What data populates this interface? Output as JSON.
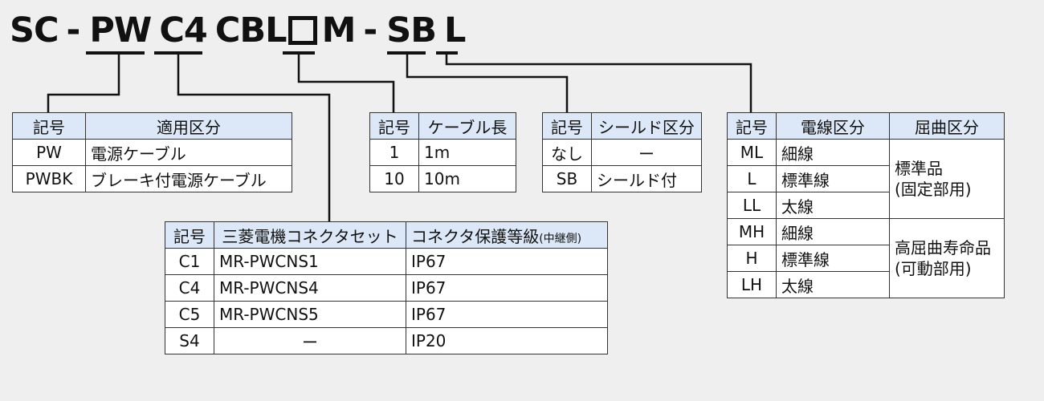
{
  "model_code": {
    "prefix": "SC",
    "dash1": "-",
    "seg_pw": "PW",
    "seg_c4": "C4",
    "seg_cbl": "CBL",
    "seg_m": "M",
    "dash2": "-",
    "seg_sb": "SB",
    "seg_l": "L"
  },
  "power_table": {
    "headers": [
      "記号",
      "適用区分"
    ],
    "rows": [
      {
        "code": "PW",
        "desc": "電源ケーブル"
      },
      {
        "code": "PWBK",
        "desc": "ブレーキ付電源ケーブル"
      }
    ]
  },
  "length_table": {
    "headers": [
      "記号",
      "ケーブル長"
    ],
    "rows": [
      {
        "code": "1",
        "desc": "1m"
      },
      {
        "code": "10",
        "desc": "10m"
      }
    ]
  },
  "shield_table": {
    "headers": [
      "記号",
      "シールド区分"
    ],
    "rows": [
      {
        "code": "なし",
        "desc": "ー"
      },
      {
        "code": "SB",
        "desc": "シールド付"
      }
    ]
  },
  "wire_table": {
    "headers": [
      "記号",
      "電線区分",
      "屈曲区分"
    ],
    "rows": [
      {
        "code": "ML",
        "wire": "細線"
      },
      {
        "code": "L",
        "wire": "標準線"
      },
      {
        "code": "LL",
        "wire": "太線"
      },
      {
        "code": "MH",
        "wire": "細線"
      },
      {
        "code": "H",
        "wire": "標準線"
      },
      {
        "code": "LH",
        "wire": "太線"
      }
    ],
    "flex_groups": [
      {
        "line1": "標準品",
        "line2": "(固定部用)"
      },
      {
        "line1": "高屈曲寿命品",
        "line2": "(可動部用)"
      }
    ]
  },
  "connector_table": {
    "headers": [
      "記号",
      "三菱電機コネクタセット",
      "コネクタ保護等級",
      "(中継側)"
    ],
    "rows": [
      {
        "code": "C1",
        "set": "MR-PWCNS1",
        "ip": "IP67"
      },
      {
        "code": "C4",
        "set": "MR-PWCNS4",
        "ip": "IP67"
      },
      {
        "code": "C5",
        "set": "MR-PWCNS5",
        "ip": "IP67"
      },
      {
        "code": "S4",
        "set": "ー",
        "ip": "IP20"
      }
    ]
  },
  "colors": {
    "header_bg": "#dce8f7",
    "page_bg": "#efefef",
    "line": "#111111"
  }
}
